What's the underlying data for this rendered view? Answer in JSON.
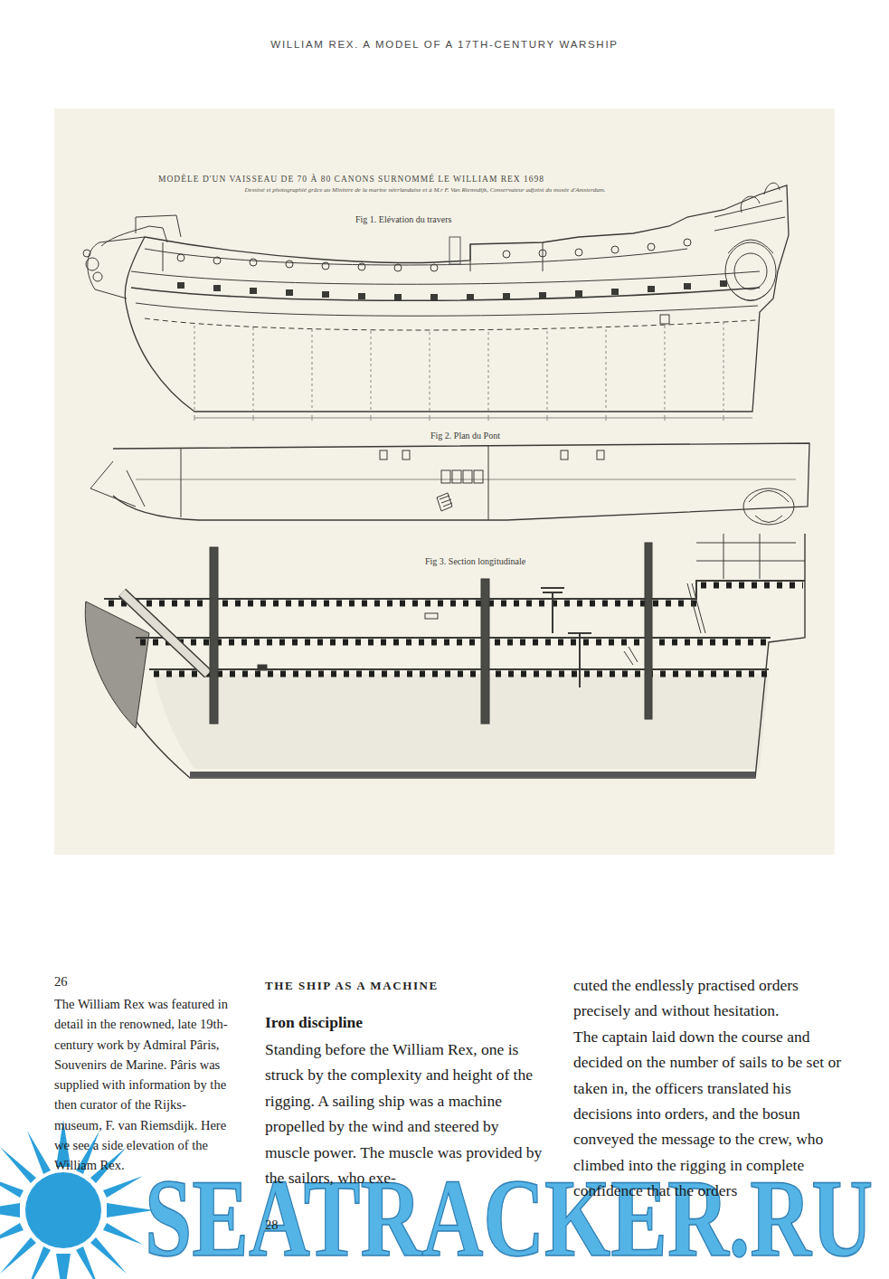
{
  "diagram": {
    "title": "WILLIAM REX. A MODEL OF A 17TH-CENTURY WARSHIP",
    "caption": "The William Rex was featured in detail in the renowned, late 19th-century work by Admiral Pâris, Souvenirs de Marine. Pâris was supplied with information by the then curator of the Rijks- museum, F. van Riemsdijk. Here we see a side elevation of the William Rex.",
    "labels": [
      "MODÈLE D'UN VAISSEAU DE 70 À 80 CANONS SURNOMMÉ LE WILLIAM REX 1698",
      "Dessiné et photographié grâce au Ministre de la marine néerlandaise et à M.r F. Van Riemsdijk, Conservateur adjoint du musée d'Amsterdam.",
      "Fig 1. Elévation du travers",
      "Fig 2. Plan du Pont",
      "Fig 3. Section longitudinale",
      "26",
      "THE SHIP AS A MACHINE",
      "Iron discipline",
      "Standing before the William Rex, one is struck by the complexity and height of the rigging. A sailing ship was a machine propelled by the wind and steered by muscle power. The muscle was provided by the sailors, who exe-",
      "cuted the endlessly practised orders precisely and without hesitation.",
      "The captain laid down the course and decided on the number of sails to be set or taken in, the officers translated his decisions into orders, and the bosun conveyed the message to the crew, who climbed into the rigging in complete confidence that the orders",
      "28",
      "SEATRACKER.RU"
    ]
  }
}
